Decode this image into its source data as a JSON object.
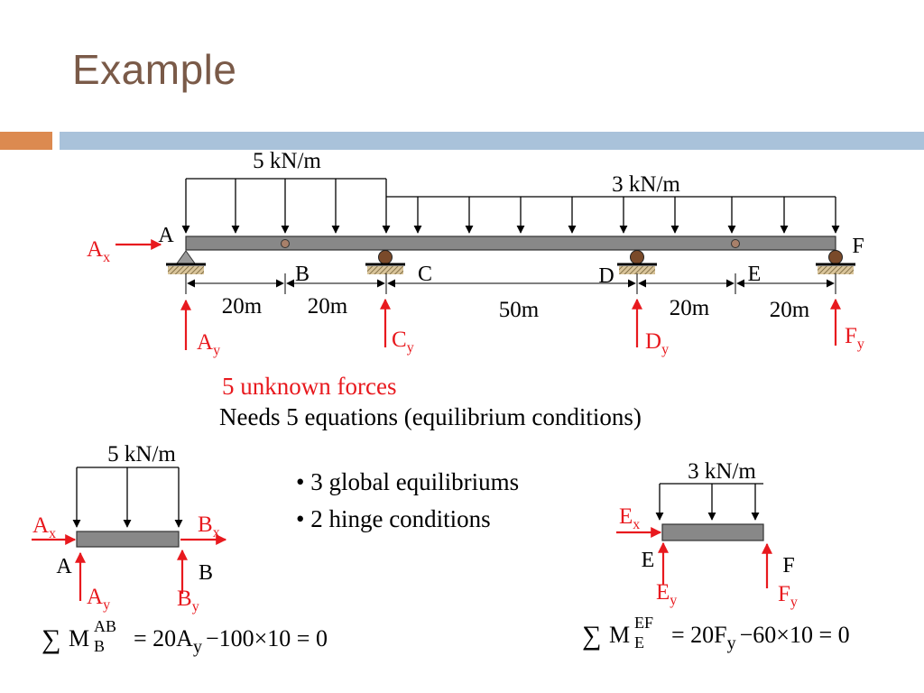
{
  "slide": {
    "title": "Example",
    "colors": {
      "title": "#7a5a48",
      "accent_orange": "#dc8a50",
      "accent_blue": "#a9c2da",
      "force_red": "#e8191e",
      "beam_gray": "#888888"
    }
  },
  "main_beam": {
    "load_left": "5 kN/m",
    "load_right": "3 kN/m",
    "points": {
      "a": "A",
      "b": "B",
      "c": "C",
      "d": "D",
      "e": "E",
      "f": "F"
    },
    "spans": [
      "20m",
      "20m",
      "50m",
      "20m",
      "20m"
    ],
    "ax_main": "A",
    "ax_sub": "x",
    "ay_main": "A",
    "ay_sub": "y",
    "cy_main": "C",
    "cy_sub": "y",
    "dy_main": "D",
    "dy_sub": "y",
    "fy_main": "F",
    "fy_sub": "y"
  },
  "notes": {
    "unknowns": "5 unknown forces",
    "equations": "Needs 5 equations (equilibrium conditions)",
    "bullets": [
      "• 3 global equilibriums",
      "• 2 hinge conditions"
    ]
  },
  "segment_ab": {
    "load": "5 kN/m",
    "left_label": "A",
    "right_label": "B",
    "ax_main": "A",
    "ax_sub": "x",
    "bx_main": "B",
    "bx_sub": "x",
    "ay_main": "A",
    "ay_sub": "y",
    "by_main": "B",
    "by_sub": "y",
    "eq_sigma": "∑",
    "eq_m": "M",
    "eq_sup": "AB",
    "eq_sub": "B",
    "eq_rhs_a": "= 20A",
    "eq_rhs_sub": "y",
    "eq_rhs_b": "−100×10 = 0"
  },
  "segment_ef": {
    "load": "3 kN/m",
    "left_label": "E",
    "right_label": "F",
    "ex_main": "E",
    "ex_sub": "x",
    "ey_main": "E",
    "ey_sub": "y",
    "fy_main": "F",
    "fy_sub": "y",
    "eq_sigma": "∑",
    "eq_m": "M",
    "eq_sup": "EF",
    "eq_sub": "E",
    "eq_rhs_a": "= 20F",
    "eq_rhs_sub": "y",
    "eq_rhs_b": "−60×10 = 0"
  }
}
